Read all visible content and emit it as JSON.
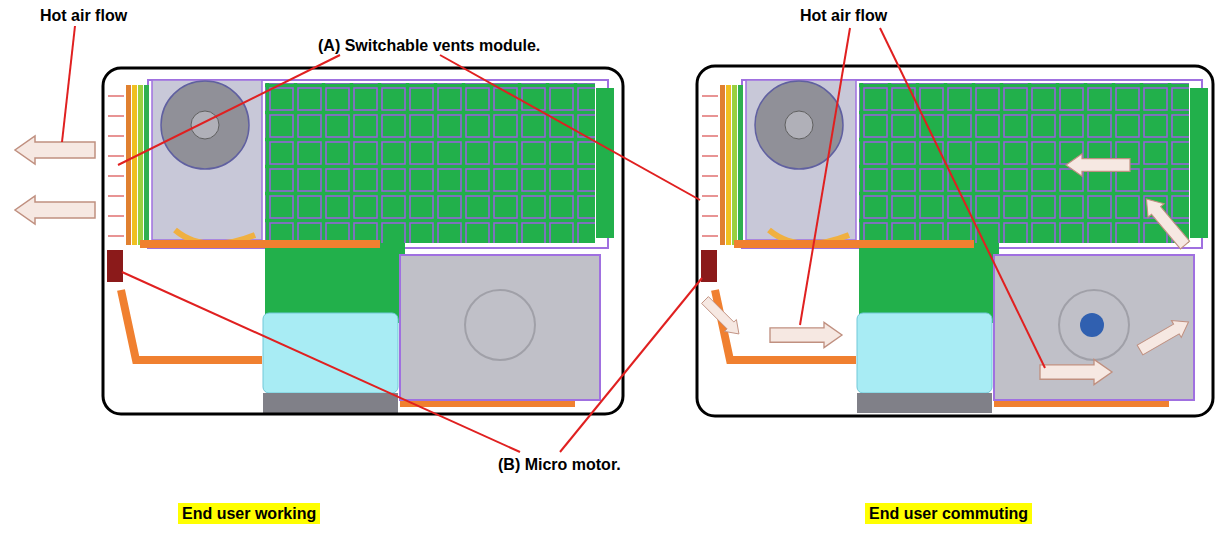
{
  "diagram": {
    "nodes": [
      {
        "text": [
          "End user working"
        ]
      },
      {
        "text": [
          "End user commuting"
        ]
      }
    ],
    "labels": [
      "Hot air flow",
      "(A) Switchable vents module.",
      "Hot air flow",
      "(B) Micro motor."
    ]
  }
}
